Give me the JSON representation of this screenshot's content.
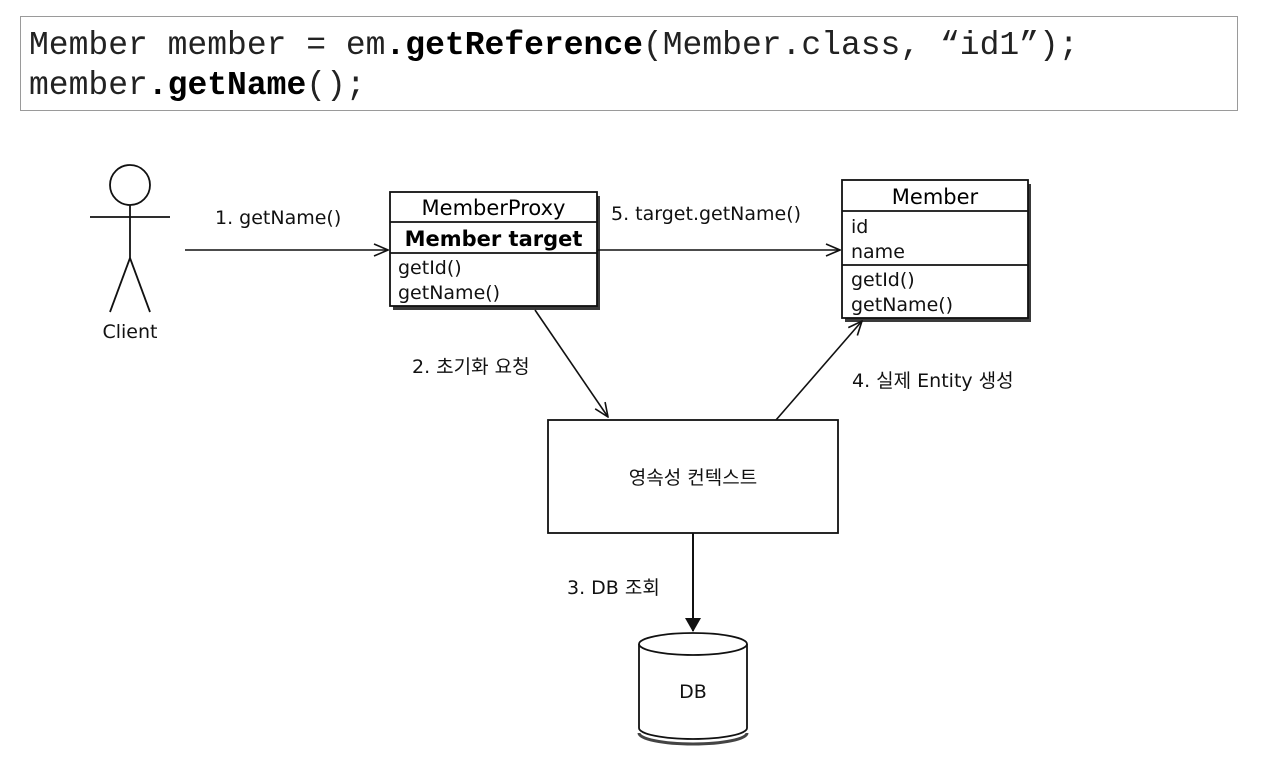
{
  "code": {
    "line1": {
      "prefix": "Member member = em",
      "dot": ".",
      "method": "getReference",
      "suffix": "(Member.class, “id1”);"
    },
    "line2": {
      "prefix": "member",
      "dot": ".",
      "method": "getName",
      "suffix": "();"
    }
  },
  "diagram": {
    "client": {
      "label": "Client"
    },
    "proxy": {
      "title": "MemberProxy",
      "field": "Member target",
      "methods": [
        "getId()",
        "getName()"
      ]
    },
    "member": {
      "title": "Member",
      "fields": [
        "id",
        "name"
      ],
      "methods": [
        "getId()",
        "getName()"
      ]
    },
    "persistence_context": {
      "label": "영속성 컨텍스트"
    },
    "db": {
      "label": "DB"
    },
    "steps": {
      "step1": "1. getName()",
      "step2": "2. 초기화 요청",
      "step3": "3. DB 조회",
      "step4": "4. 실제 Entity 생성",
      "step5": "5. target.getName()"
    }
  }
}
